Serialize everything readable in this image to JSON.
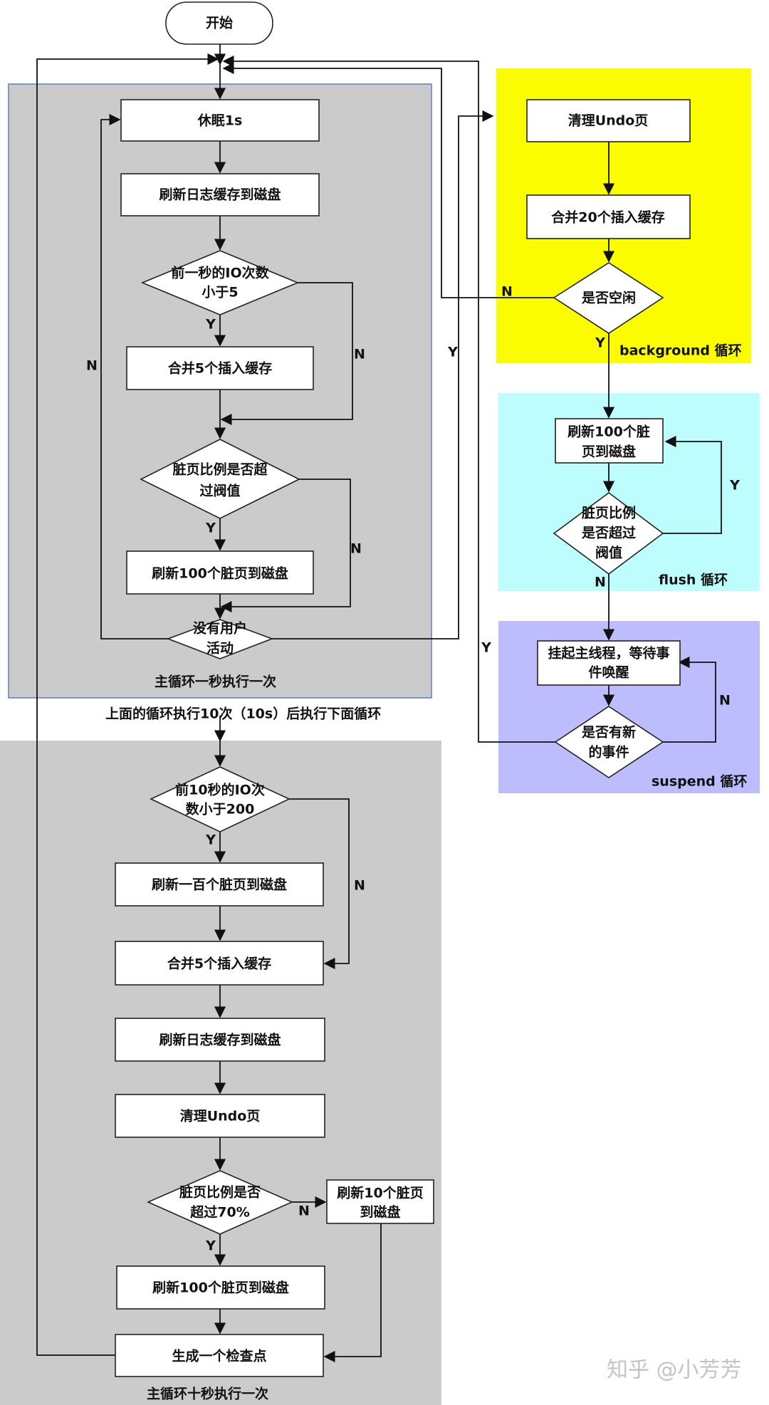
{
  "nodes": {
    "start": "开始",
    "sleep": "休眠1s",
    "flush_log_1": "刷新日志缓存到磁盘",
    "io_lt5_l1": "前一秒的IO次数",
    "io_lt5_l2": "小于5",
    "merge5_1": "合并5个插入缓存",
    "dirty_l1": "脏页比例是否超",
    "dirty_l2": "过阀值",
    "flush100_1": "刷新100个脏页到磁盘",
    "noact_l1": "没有用户",
    "noact_l2": "活动",
    "io10_l1": "前10秒的IO次",
    "io10_l2": "数小于200",
    "flush_hundred": "刷新一百个脏页到磁盘",
    "merge5_2": "合并5个插入缓存",
    "flush_log_2": "刷新日志缓存到磁盘",
    "undo_1": "清理Undo页",
    "dirty70_l1": "脏页比例是否",
    "dirty70_l2": "超过70%",
    "flush10_l1": "刷新10个脏页",
    "flush10_l2": "到磁盘",
    "flush100_2": "刷新100个脏页到磁盘",
    "checkpoint": "生成一个检查点",
    "bg_undo": "清理Undo页",
    "bg_merge20": "合并20个插入缓存",
    "bg_idle": "是否空闲",
    "fl_flush_l1": "刷新100个脏",
    "fl_flush_l2": "页到磁盘",
    "fl_dirty_l1": "脏页比例",
    "fl_dirty_l2": "是否超过",
    "fl_dirty_l3": "阀值",
    "sp_suspend_l1": "挂起主线程，等待事",
    "sp_suspend_l2": "件唤醒",
    "sp_new_l1": "是否有新",
    "sp_new_l2": "的事件"
  },
  "regions": {
    "main_1s_caption": "主循环一秒执行一次",
    "transition_caption": "上面的循环执行10次（10s）后执行下面循环",
    "main_10s_caption": "主循环十秒执行一次",
    "background_caption": "background 循环",
    "flush_caption": "flush 循环",
    "suspend_caption": "suspend 循环"
  },
  "edge_labels": {
    "yes": "Y",
    "no": "N"
  },
  "colors": {
    "main_1s_fill": "#cbcbcb",
    "main_1s_border": "#5b7fd6",
    "main_10s_fill": "#cbcbcb",
    "background_fill": "#fcfc00",
    "flush_fill": "#bdfdfd",
    "suspend_fill": "#bdbdfd"
  },
  "watermark": "知乎 @小芳芳"
}
